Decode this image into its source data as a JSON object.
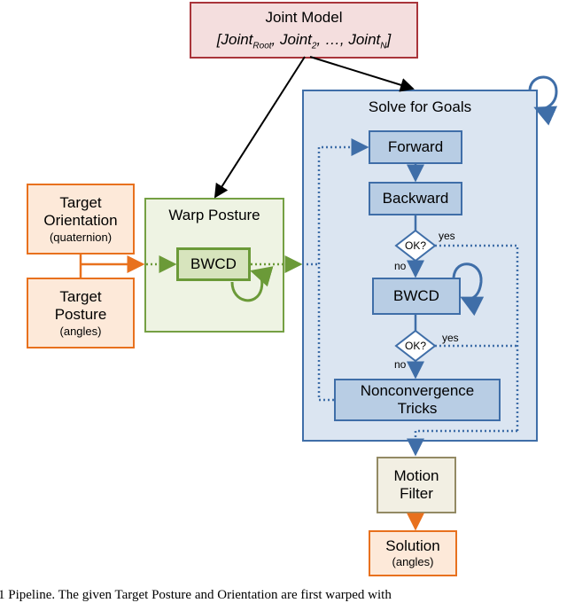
{
  "joint_model": {
    "title": "Joint Model",
    "list": "[Joint",
    "root_sub": "Root",
    "mid": ", Joint",
    "two_sub": "2",
    "dots": ", …, Joint",
    "n_sub": "N",
    "close": "]"
  },
  "solve": {
    "title": "Solve for Goals"
  },
  "forward": "Forward",
  "backward": "Backward",
  "bwcd_solve": "BWCD",
  "nonconvergence": {
    "line1": "Nonconvergence",
    "line2": "Tricks"
  },
  "decision": {
    "label": "OK?",
    "yes": "yes",
    "no": "no"
  },
  "target_orientation": {
    "line1": "Target",
    "line2": "Orientation",
    "sub": "(quaternion)"
  },
  "target_posture": {
    "line1": "Target",
    "line2": "Posture",
    "sub": "(angles)"
  },
  "warp": {
    "title": "Warp Posture",
    "bwcd": "BWCD"
  },
  "motion_filter": {
    "line1": "Motion",
    "line2": "Filter"
  },
  "solution": {
    "title": "Solution",
    "sub": "(angles)"
  },
  "caption": "1 Pipeline. The given Target Posture and Orientation are first warped with"
}
